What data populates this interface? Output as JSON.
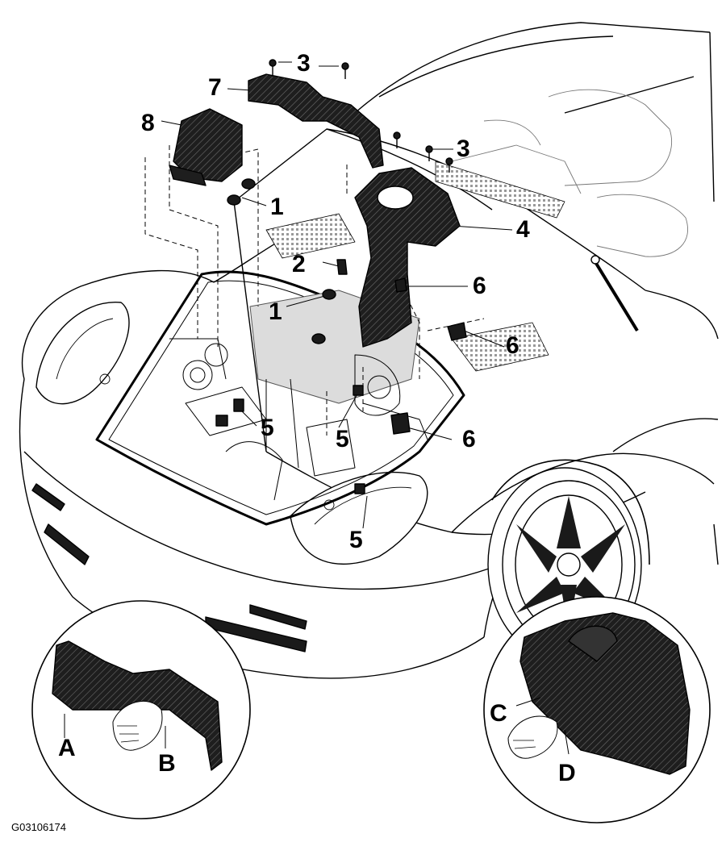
{
  "callouts": {
    "c1a": "1",
    "c1b": "1",
    "c2": "2",
    "c3a": "3",
    "c3b": "3",
    "c4": "4",
    "c5a": "5",
    "c5b": "5",
    "c5c": "5",
    "c6a": "6",
    "c6b": "6",
    "c6c": "6",
    "c7": "7",
    "c8": "8",
    "la": "A",
    "lb": "B",
    "lc": "C",
    "ld": "D"
  },
  "figure_id": "G03106174",
  "colors": {
    "line": "#000000",
    "part_fill": "#1e1e1e",
    "gray_fill": "#d9d9d9",
    "background": "#ffffff"
  }
}
